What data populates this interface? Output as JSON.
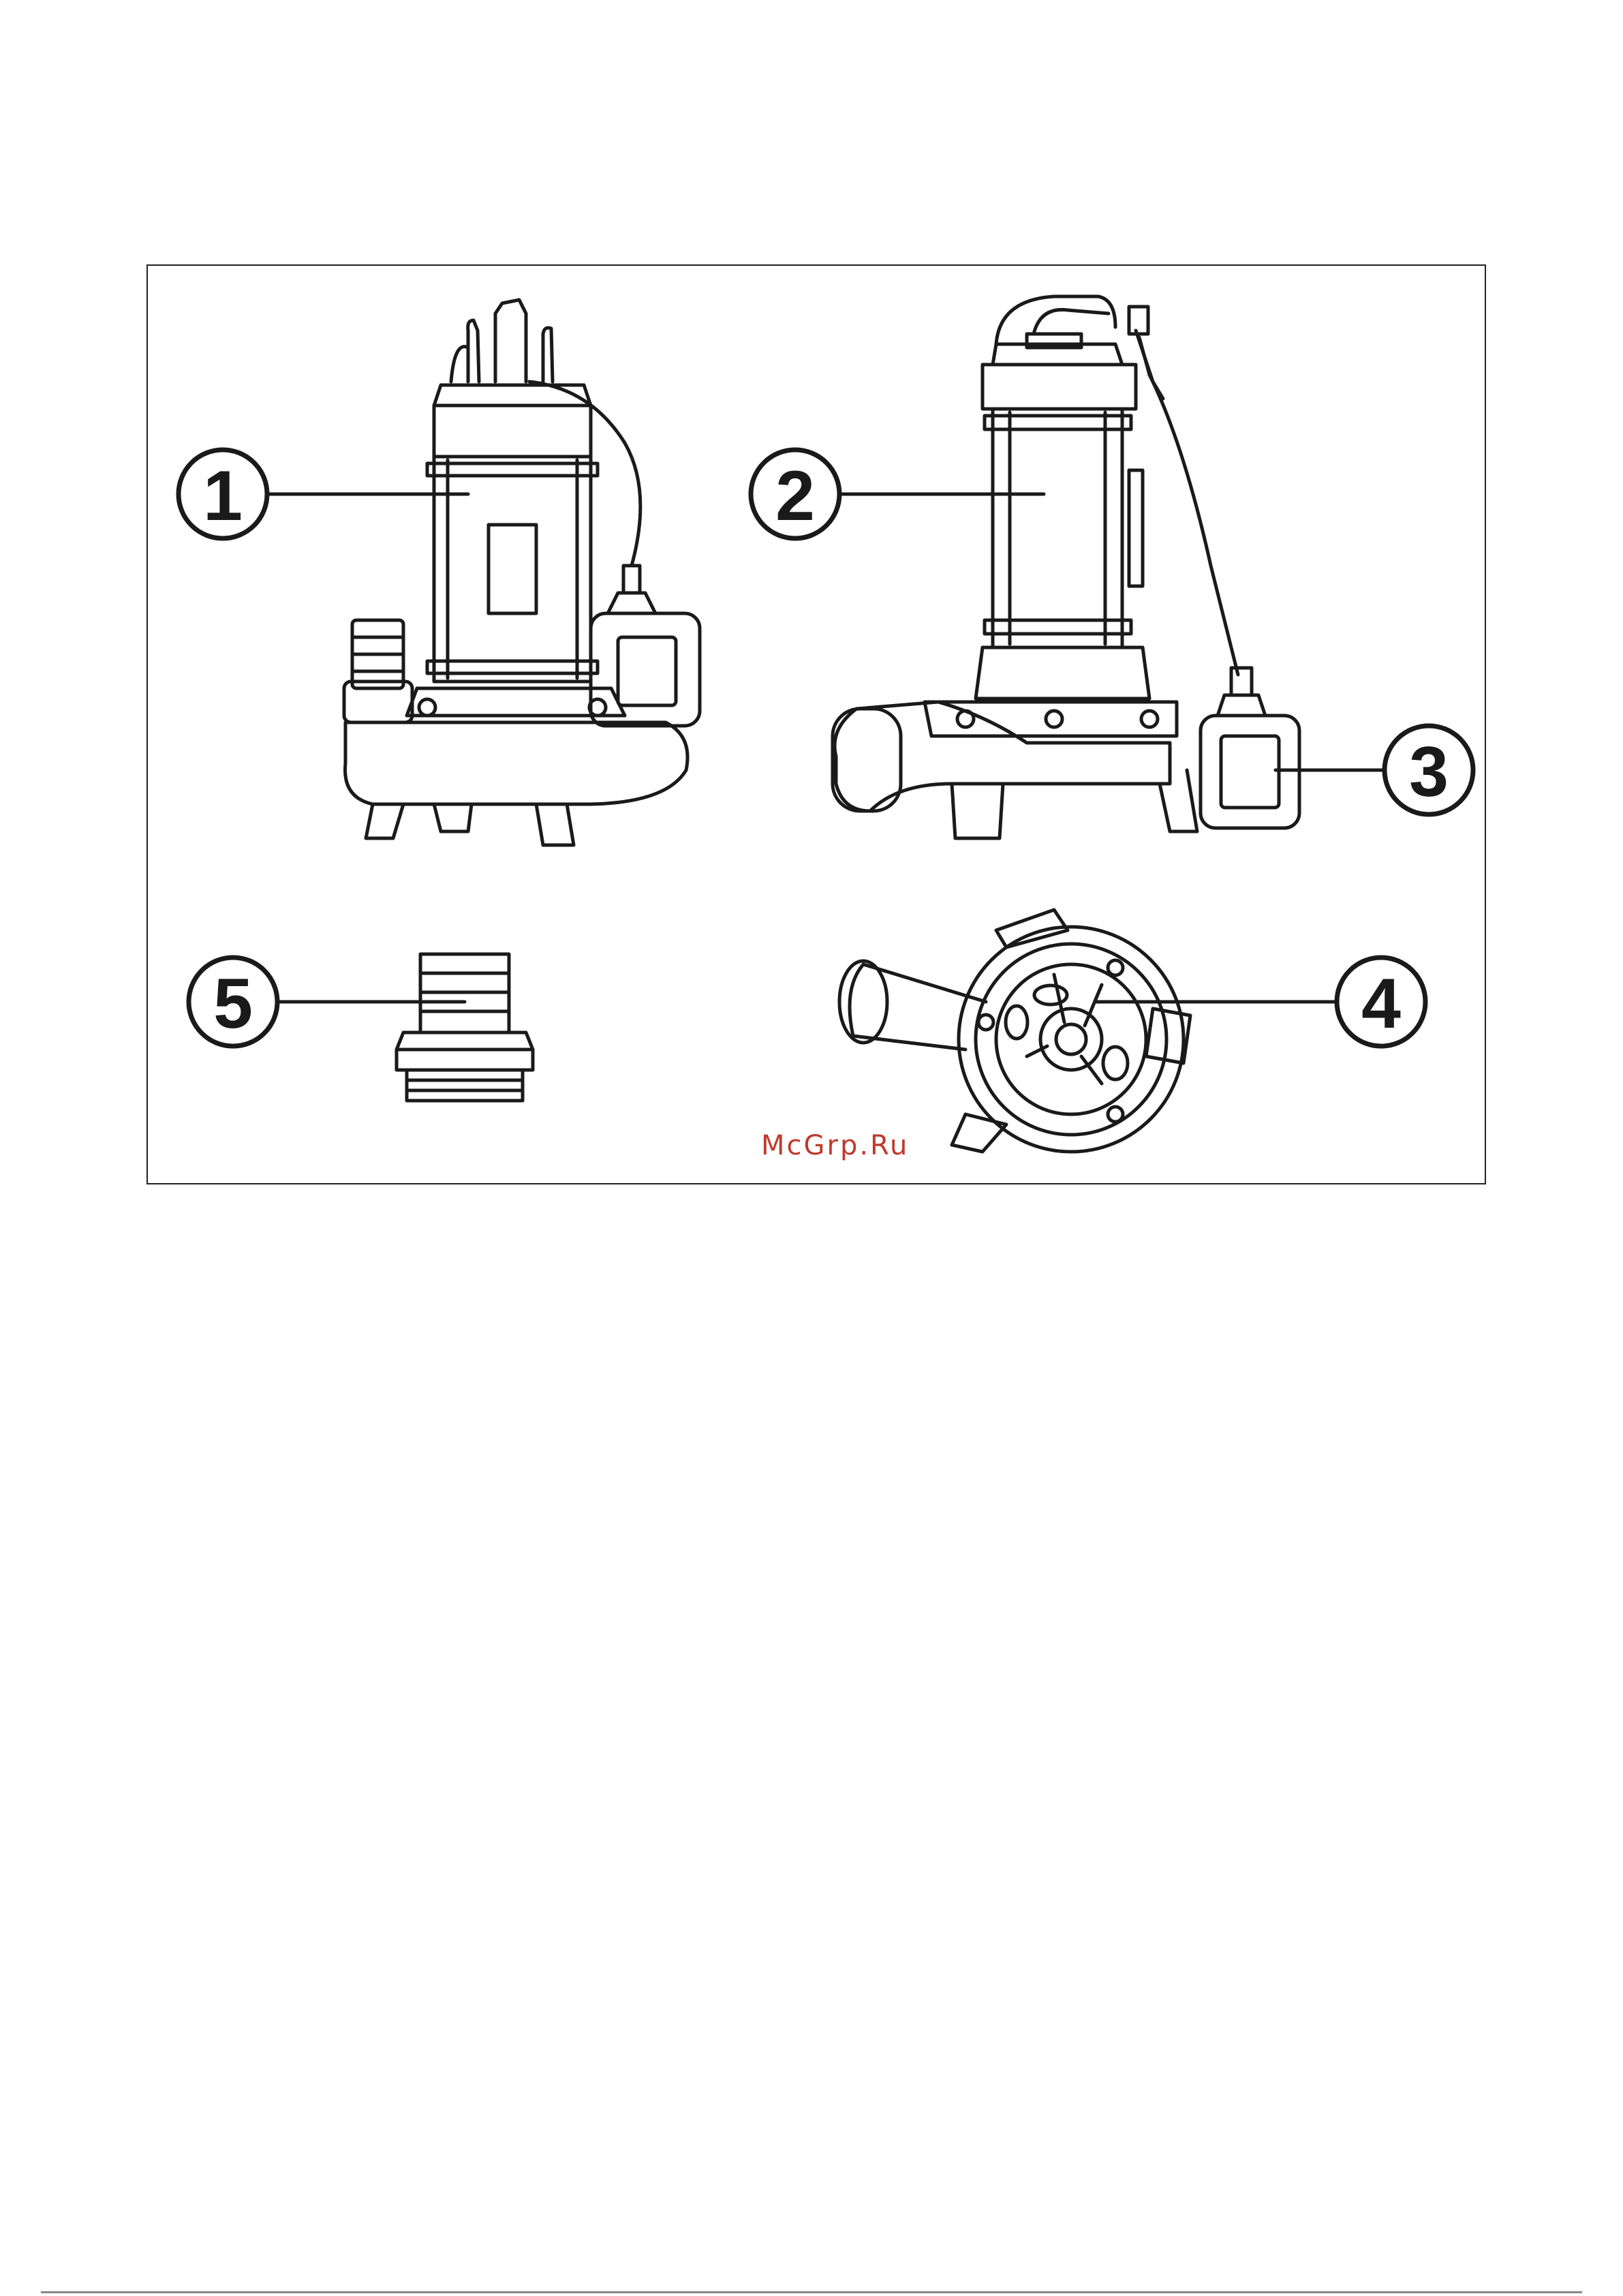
{
  "figure": {
    "callouts": [
      {
        "id": "1",
        "label": "1"
      },
      {
        "id": "2",
        "label": "2"
      },
      {
        "id": "3",
        "label": "3"
      },
      {
        "id": "4",
        "label": "4"
      },
      {
        "id": "5",
        "label": "5"
      }
    ],
    "watermark": "McGrp.Ru",
    "colors": {
      "line": "#1a1a1a",
      "watermark": "#c0392b",
      "fill": "#ffffff"
    }
  }
}
